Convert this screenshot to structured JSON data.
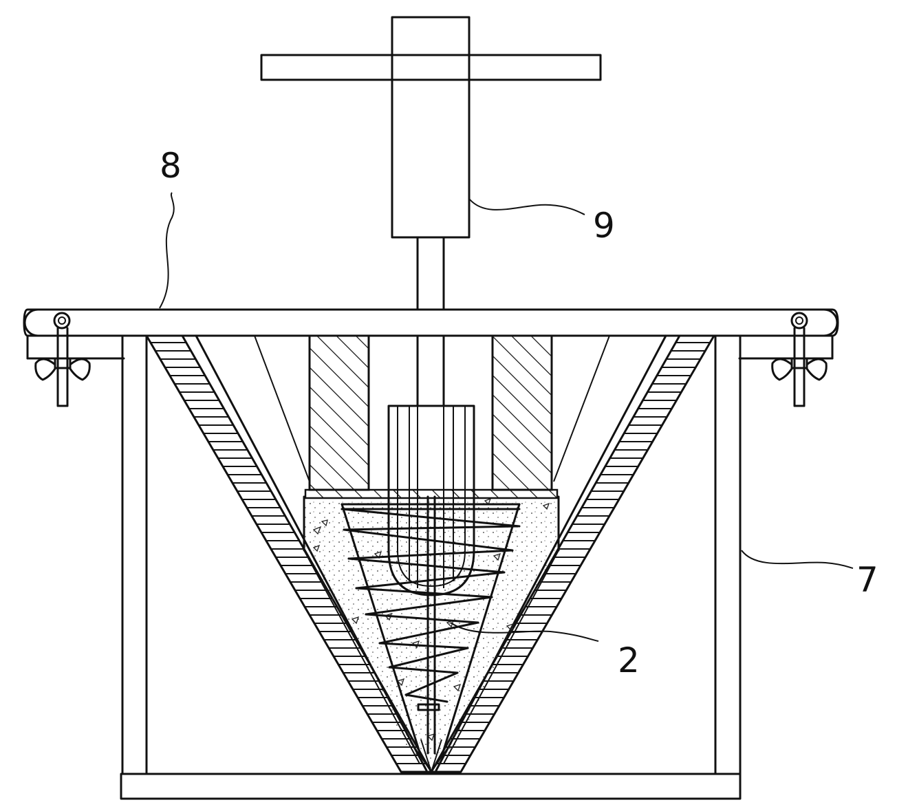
{
  "labels": {
    "l7": "7",
    "l8": "8",
    "l9": "9",
    "l2": "2"
  }
}
